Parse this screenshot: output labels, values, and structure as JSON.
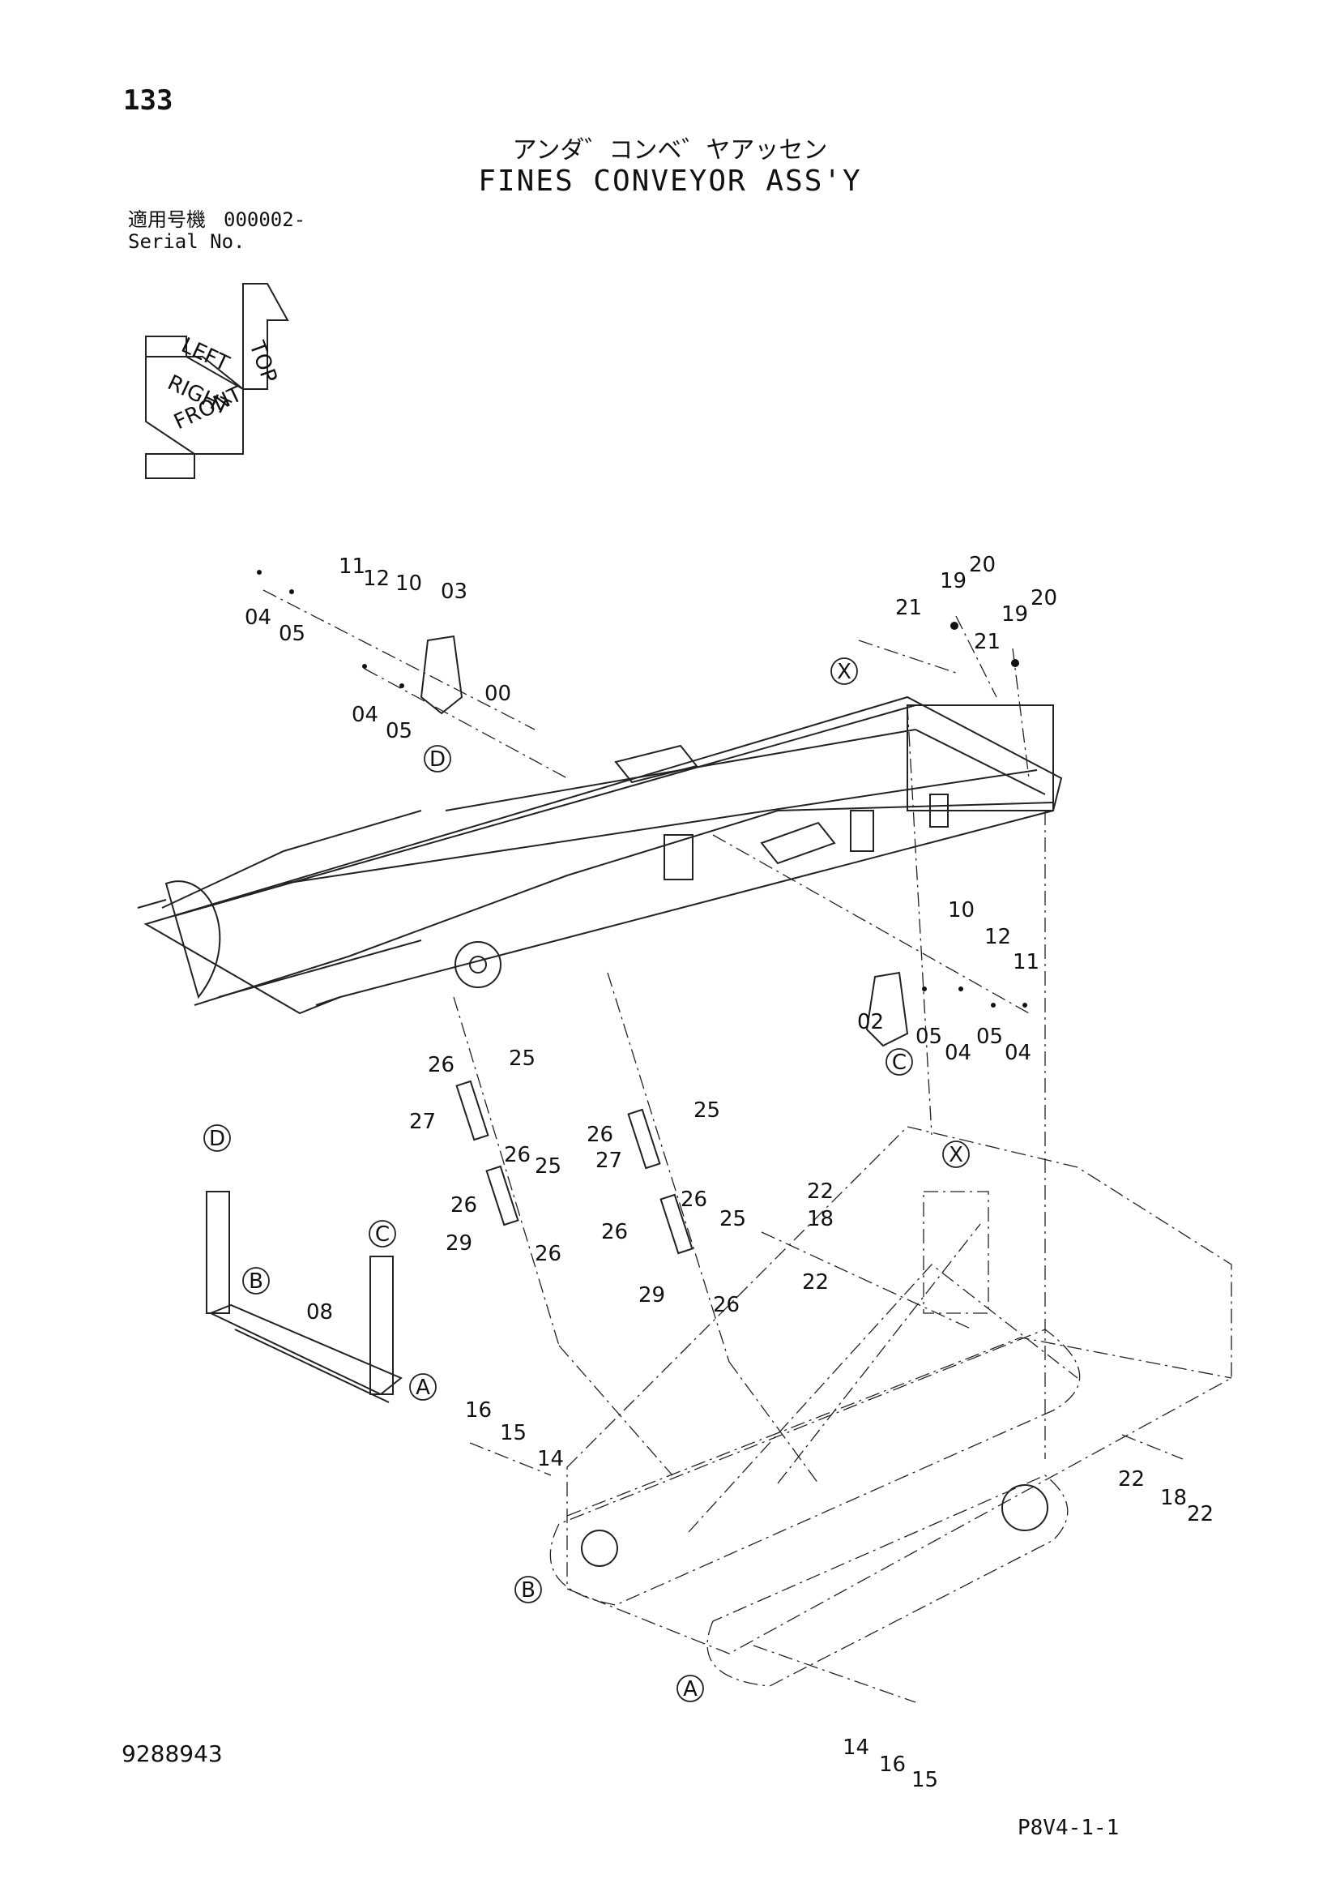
{
  "header": {
    "page_number": "133",
    "title_jp": "アンダ゛コンベ゛ヤアッセン",
    "title_en": "FINES CONVEYOR ASS'Y",
    "serial_label_jp": "適用号機",
    "serial_value": "000002-",
    "serial_label_en": "Serial No."
  },
  "orientation_icon": {
    "labels": [
      "LEFT",
      "RIGHT",
      "FRONT",
      "TOP"
    ]
  },
  "diagram": {
    "callouts": [
      "00",
      "02",
      "03",
      "04",
      "05",
      "08",
      "10",
      "11",
      "12",
      "14",
      "15",
      "16",
      "18",
      "19",
      "20",
      "21",
      "22",
      "25",
      "26",
      "27",
      "29"
    ],
    "reference_markers": [
      "A",
      "B",
      "C",
      "D",
      "X"
    ]
  },
  "footer": {
    "document_number": "9288943",
    "page_ref": "P8V4-1-1"
  }
}
